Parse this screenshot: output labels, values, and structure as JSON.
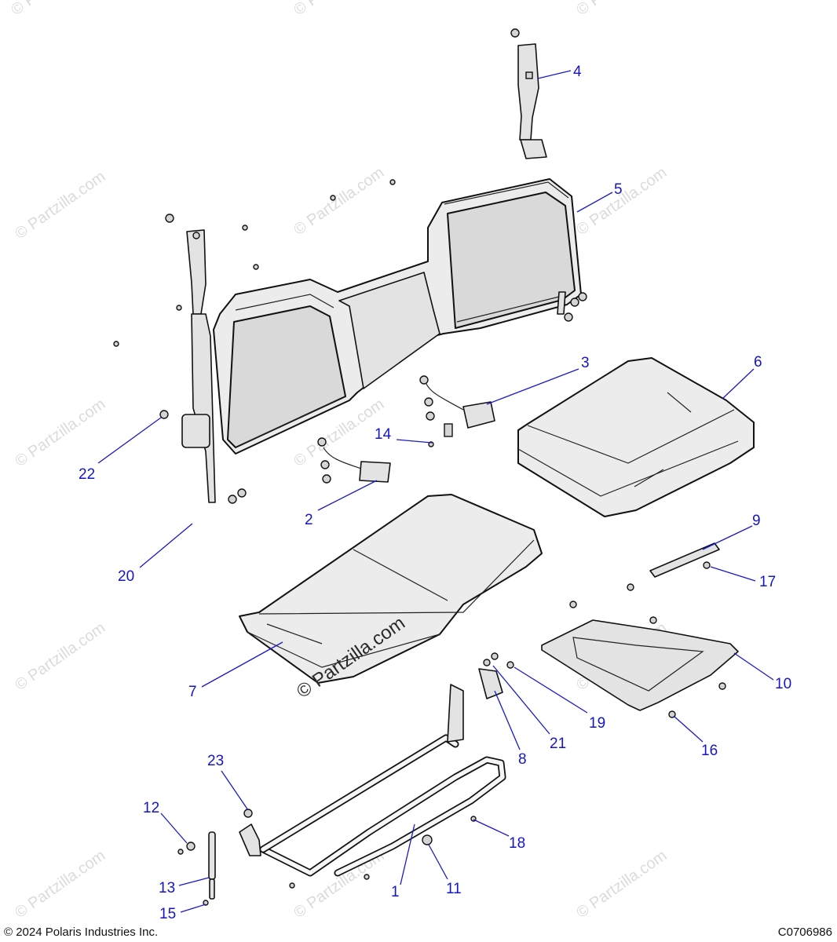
{
  "watermark": {
    "text": "© Partzilla.com",
    "prominent_text": "© Partzilla.com"
  },
  "footer": {
    "copyright": "© 2024 Polaris Industries Inc.",
    "diagram_code": "C0706986"
  },
  "callouts": {
    "c1": "1",
    "c2": "2",
    "c3": "3",
    "c4": "4",
    "c5": "5",
    "c6": "6",
    "c7": "7",
    "c8": "8",
    "c9": "9",
    "c10": "10",
    "c11": "11",
    "c12": "12",
    "c13": "13",
    "c14": "14",
    "c15": "15",
    "c16": "16",
    "c17": "17",
    "c18": "18",
    "c19": "19",
    "c20": "20",
    "c21": "21",
    "c22": "22",
    "c23": "23"
  },
  "colors": {
    "callout": "#1515c8",
    "line_art": "#111111",
    "watermark": "#cfcfcf"
  }
}
